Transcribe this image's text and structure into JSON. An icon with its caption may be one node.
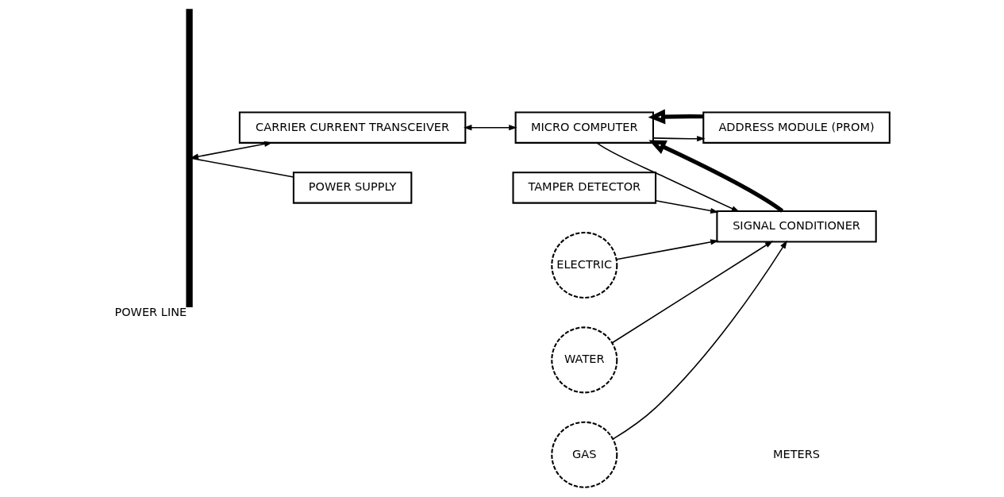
{
  "diagram": {
    "nodes": [
      {
        "text": [
          "POWER LINE"
        ]
      },
      {
        "text": [
          "CARRIER CURRENT TRANSCEIVER"
        ]
      },
      {
        "text": [
          "MICRO COMPUTER"
        ]
      },
      {
        "text": [
          "ADDRESS MODULE (PROM)"
        ]
      },
      {
        "text": [
          "SIGNAL CONDITIONER"
        ]
      },
      {
        "text": [
          "TAMPER DETECTOR"
        ]
      },
      {
        "text": [
          "POWER SUPPLY"
        ]
      },
      {
        "text": [
          "ELECTRIC"
        ]
      },
      {
        "text": [
          "GAS"
        ]
      },
      {
        "text": [
          "WATER"
        ]
      }
    ],
    "edges": [
      {
        "from": 0,
        "to": 1,
        "arrow": "both"
      },
      {
        "from": 1,
        "to": 2,
        "arrow": "both"
      },
      {
        "from": 2,
        "to": 3,
        "arrow": "to"
      },
      {
        "from": 3,
        "to": 2,
        "arrow": "to",
        "style": "thick"
      },
      {
        "from": 2,
        "to": 4,
        "arrow": "to"
      },
      {
        "from": 4,
        "to": 2,
        "arrow": "to",
        "style": "thick"
      },
      {
        "from": 5,
        "to": 4,
        "arrow": "to"
      },
      {
        "from": 0,
        "to": 6,
        "arrow": "none"
      },
      {
        "from": 7,
        "to": 4,
        "arrow": "to"
      },
      {
        "from": 8,
        "to": 4,
        "arrow": "to"
      },
      {
        "from": 9,
        "to": 4,
        "arrow": "to"
      }
    ],
    "labels": [
      "METERS"
    ]
  }
}
